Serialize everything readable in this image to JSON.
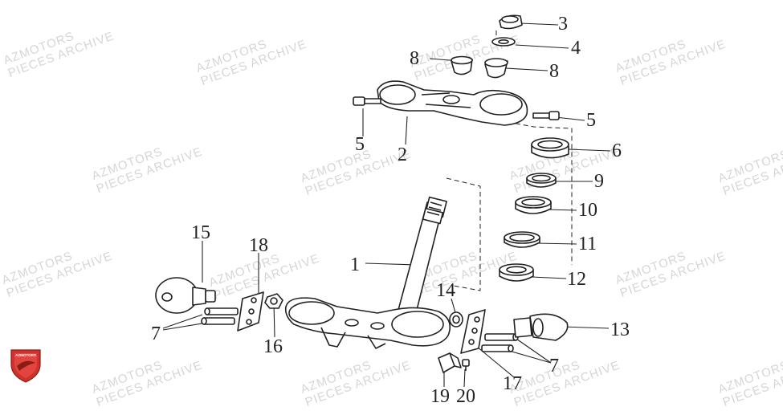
{
  "watermark": {
    "line1": "AZMOTORS",
    "line2": "PIECES ARCHIVE"
  },
  "logo": {
    "text": "AZMOTORS",
    "color": "#d0312d"
  },
  "callouts": {
    "c1": "1",
    "c2": "2",
    "c3": "3",
    "c4": "4",
    "c5a": "5",
    "c5b": "5",
    "c6": "6",
    "c7a": "7",
    "c7b": "7",
    "c8a": "8",
    "c8b": "8",
    "c9": "9",
    "c10": "10",
    "c11": "11",
    "c12": "12",
    "c13": "13",
    "c14": "14",
    "c15": "15",
    "c16": "16",
    "c17": "17",
    "c18": "18",
    "c19": "19",
    "c20": "20"
  }
}
